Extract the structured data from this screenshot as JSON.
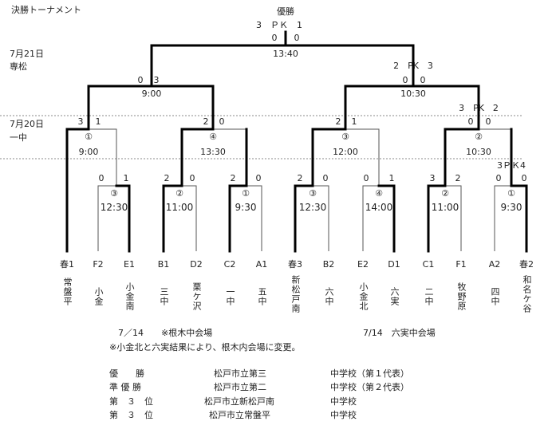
{
  "title": "決勝トーナメント",
  "final": {
    "label": "優勝",
    "pk_line": "3　ＰＫ　1",
    "score_left": "0",
    "score_right": "0",
    "time": "13:40"
  },
  "dates": {
    "day2": "7月21日",
    "day2_venue": "専松",
    "day1": "7月20日",
    "day1_venue": "一中"
  },
  "semis": [
    {
      "score_left": "0",
      "score_right": "3",
      "time": "9:00"
    },
    {
      "pk_line": "2　PK　3",
      "score_left": "0",
      "score_right": "0",
      "time": "10:30"
    }
  ],
  "quarters": [
    {
      "marker": "①",
      "score_left": "3",
      "score_right": "1",
      "time": "9:00"
    },
    {
      "marker": "④",
      "score_left": "2",
      "score_right": "0",
      "time": "13:30"
    },
    {
      "marker": "③",
      "score_left": "2",
      "score_right": "1",
      "time": "12:00"
    },
    {
      "marker": "②",
      "pk_line": "3　PK　2",
      "score_left": "0",
      "score_right": "0",
      "time": "10:30"
    }
  ],
  "round1": [
    {
      "marker": "③",
      "score_left": "0",
      "score_right": "1",
      "time": "12:30"
    },
    {
      "marker": "②",
      "score_left": "2",
      "score_right": "0",
      "time": "11:00"
    },
    {
      "marker": "①",
      "score_left": "2",
      "score_right": "0",
      "time": "9:30"
    },
    {
      "marker": "③",
      "score_left": "2",
      "score_right": "0",
      "time": "12:30"
    },
    {
      "marker": "④",
      "score_left": "0",
      "score_right": "1",
      "time": "14:00"
    },
    {
      "marker": "②",
      "score_left": "3",
      "score_right": "2",
      "time": "11:00"
    },
    {
      "marker": "①",
      "pk_line": "3ＰＫ4",
      "score_left": "0",
      "score_right": "0",
      "time": "9:30"
    }
  ],
  "teams": [
    {
      "seed": "春1",
      "name": "常盤平"
    },
    {
      "seed": "F2",
      "name": "小金"
    },
    {
      "seed": "E1",
      "name": "小金南"
    },
    {
      "seed": "B1",
      "name": "三中"
    },
    {
      "seed": "D2",
      "name": "栗ケ沢"
    },
    {
      "seed": "C2",
      "name": "一中"
    },
    {
      "seed": "A1",
      "name": "五中"
    },
    {
      "seed": "春3",
      "name": "新松戸南"
    },
    {
      "seed": "B2",
      "name": "六中"
    },
    {
      "seed": "E2",
      "name": "小金北"
    },
    {
      "seed": "D1",
      "name": "六実"
    },
    {
      "seed": "C1",
      "name": "二中"
    },
    {
      "seed": "F1",
      "name": "牧野原"
    },
    {
      "seed": "A2",
      "name": "四中"
    },
    {
      "seed": "春2",
      "name": "和名ケ谷"
    }
  ],
  "notes": {
    "venue1": "7／14　　※根木中会場",
    "venue2": "7/14　六実中会場",
    "change": "※小金北と六実結果により、根木内会場に変更。"
  },
  "results": [
    {
      "rank": "優　　勝",
      "school": "松戸市立第三",
      "type": "中学校（第１代表）"
    },
    {
      "rank": "準 優 勝",
      "school": "松戸市立第二",
      "type": "中学校（第２代表）"
    },
    {
      "rank": "第　３　位",
      "school": "松戸市立新松戸南",
      "type": "中学校"
    },
    {
      "rank": "第　３　位",
      "school": "松戸市立常盤平",
      "type": "中学校"
    }
  ]
}
